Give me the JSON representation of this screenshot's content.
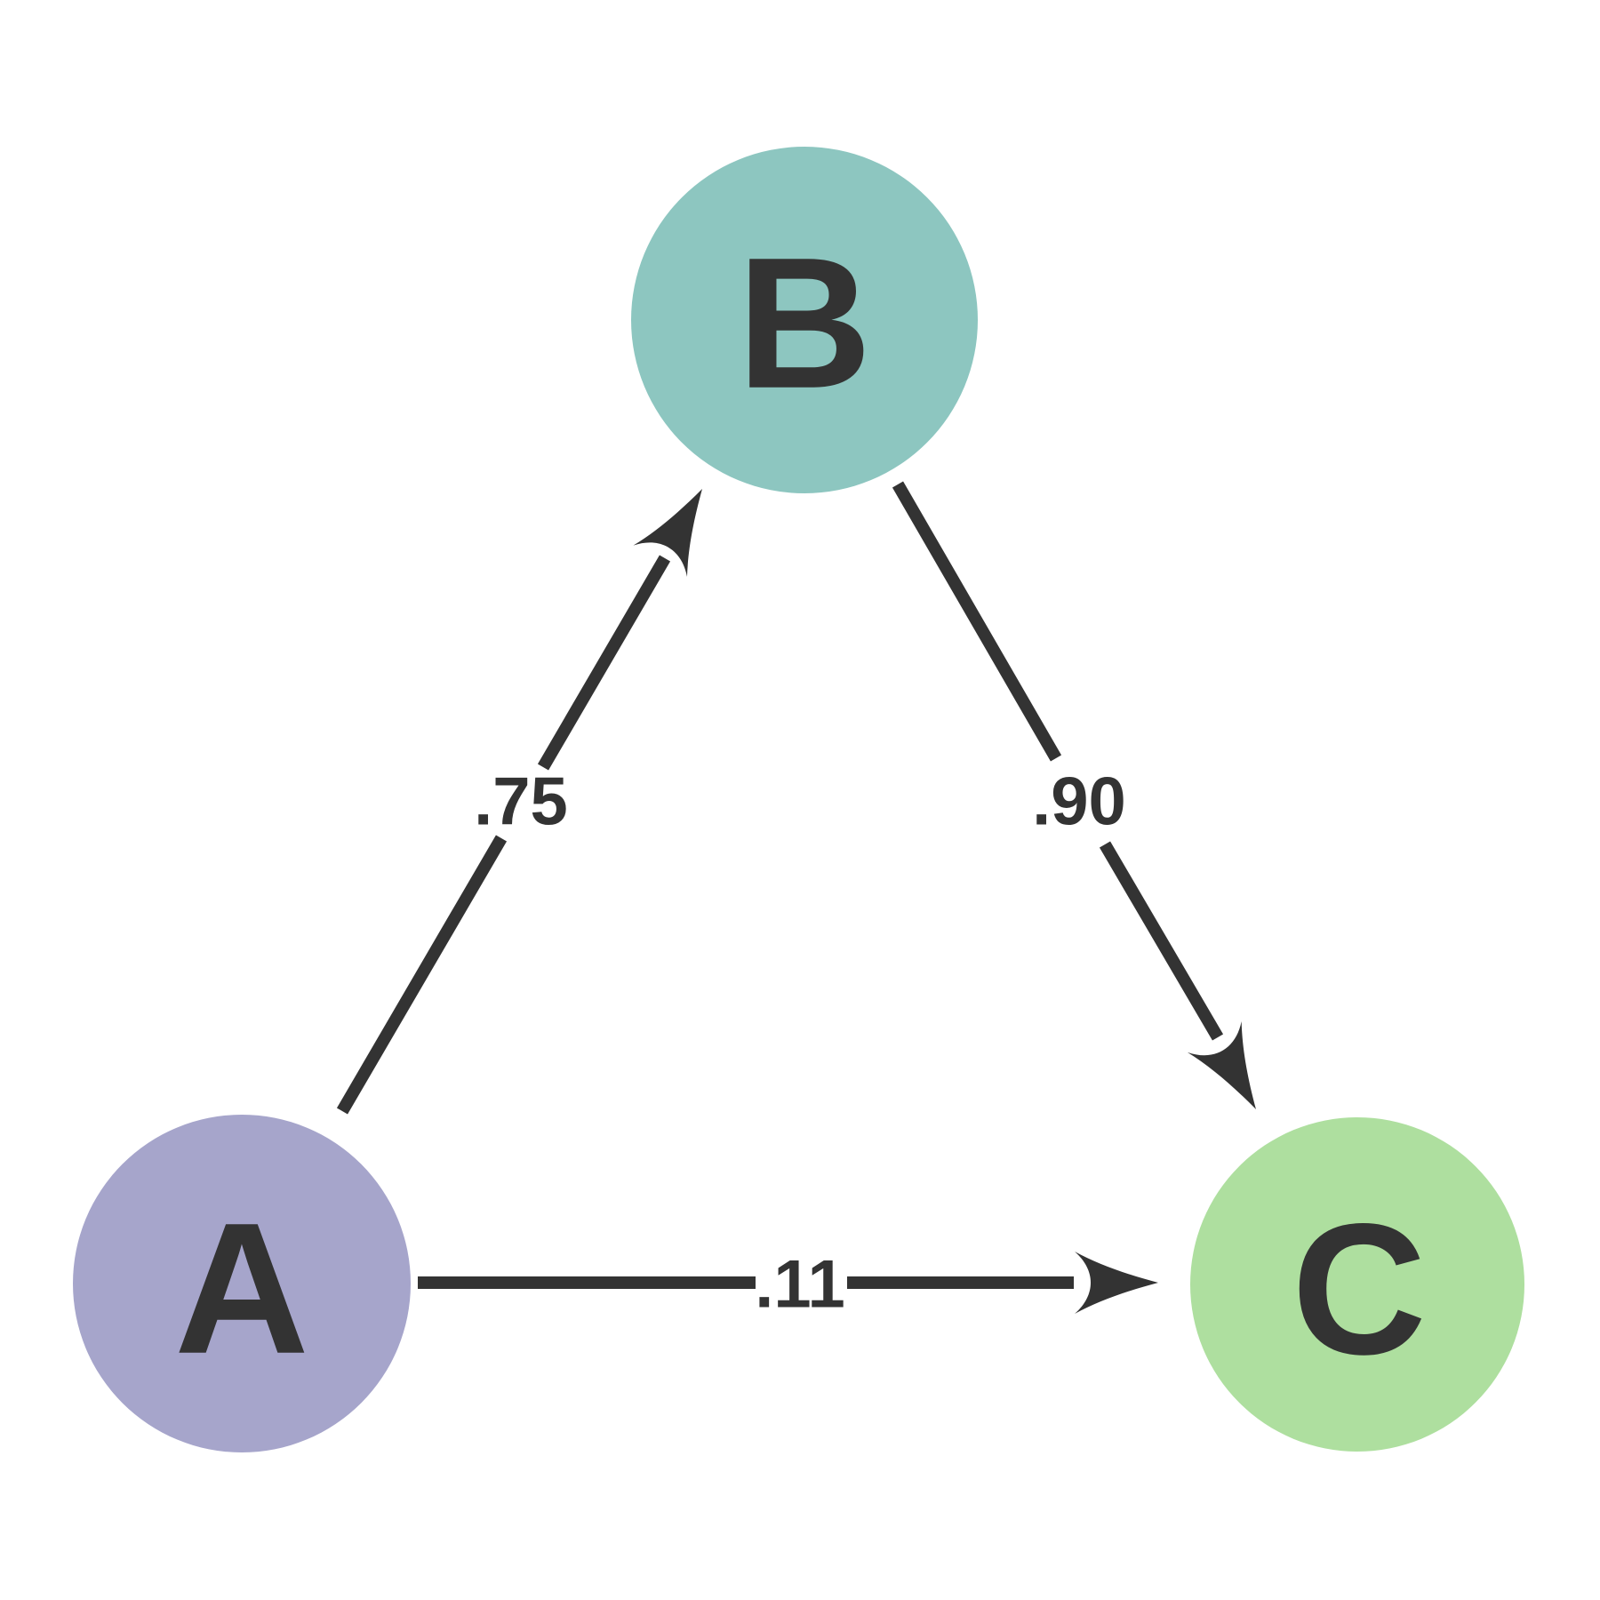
{
  "diagram": {
    "type": "directed-graph",
    "background_color": "#ffffff",
    "edge_color": "#333333",
    "text_color": "#333333",
    "nodes": [
      {
        "id": "A",
        "label": "A",
        "color": "#A6A5CB",
        "position": "bottom-left"
      },
      {
        "id": "B",
        "label": "B",
        "color": "#8DC6C0",
        "position": "top-center"
      },
      {
        "id": "C",
        "label": "C",
        "color": "#AEDF9F",
        "position": "bottom-right"
      }
    ],
    "edges": [
      {
        "from": "A",
        "to": "B",
        "label": ".75"
      },
      {
        "from": "B",
        "to": "C",
        "label": ".90"
      },
      {
        "from": "A",
        "to": "C",
        "label": ".11"
      }
    ]
  }
}
